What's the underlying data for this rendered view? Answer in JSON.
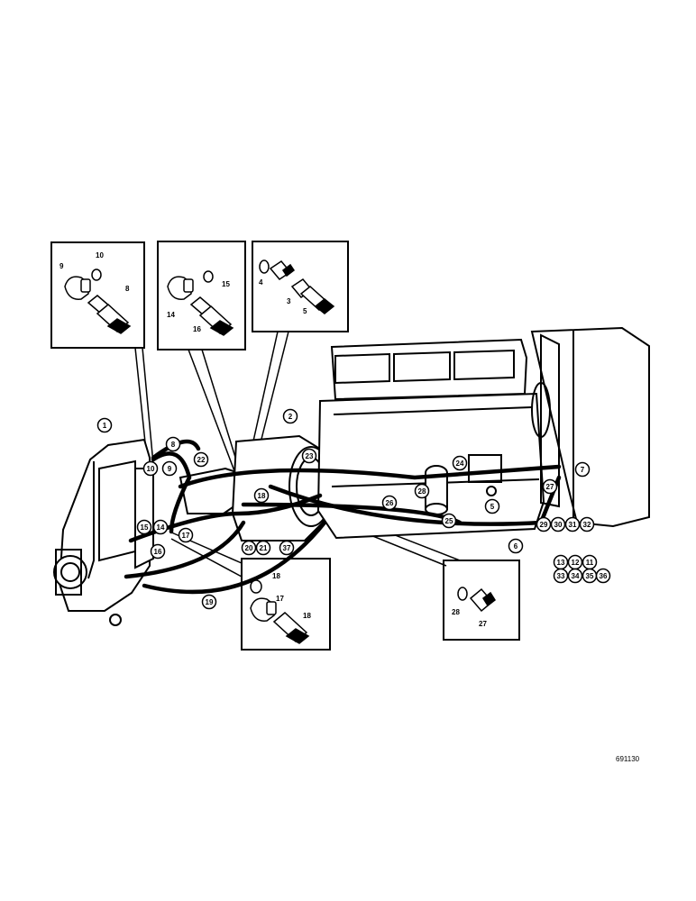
{
  "figure_id": "691130",
  "callouts": [
    "1",
    "2",
    "5",
    "6",
    "7",
    "8",
    "9",
    "10",
    "11",
    "12",
    "13",
    "14",
    "15",
    "16",
    "17",
    "18",
    "19",
    "20",
    "21",
    "22",
    "23",
    "24",
    "25",
    "26",
    "27",
    "28",
    "29",
    "30",
    "31",
    "32",
    "33",
    "34",
    "35",
    "36",
    "37"
  ],
  "inset_labels": {
    "inset_a": [
      "9",
      "10",
      "8"
    ],
    "inset_b": [
      "15",
      "14",
      "16"
    ],
    "inset_c": [
      "4",
      "3",
      "5"
    ],
    "inset_d": [
      "18",
      "17",
      "18"
    ],
    "inset_e": [
      "28",
      "27"
    ]
  },
  "colors": {
    "ink": "#000000",
    "paper": "#ffffff"
  }
}
